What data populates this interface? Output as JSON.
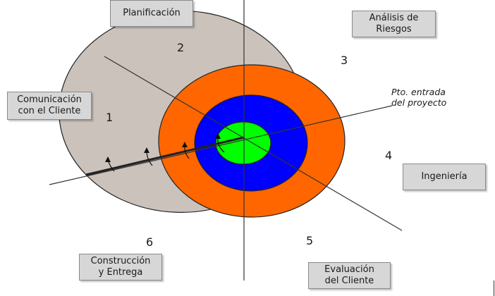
{
  "labels": {
    "planificacion": "Planificación",
    "analisis": "Análisis de\nRiesgos",
    "comunicacion": "Comunicación\ncon el Cliente",
    "ingenieria": "Ingeniería",
    "construccion": "Construcción\ny Entrega",
    "evaluacion": "Evaluación\ndel Cliente"
  },
  "sector_numbers": [
    "1",
    "2",
    "3",
    "4",
    "5",
    "6"
  ],
  "entry_note": "Pto. entrada\ndel proyecto",
  "colors": {
    "outer_ring": "#cbc2bb",
    "middle_ring": "#ff6600",
    "inner_ring": "#0000ff",
    "core": "#00ff00",
    "box_fill": "#d7d7d7"
  }
}
